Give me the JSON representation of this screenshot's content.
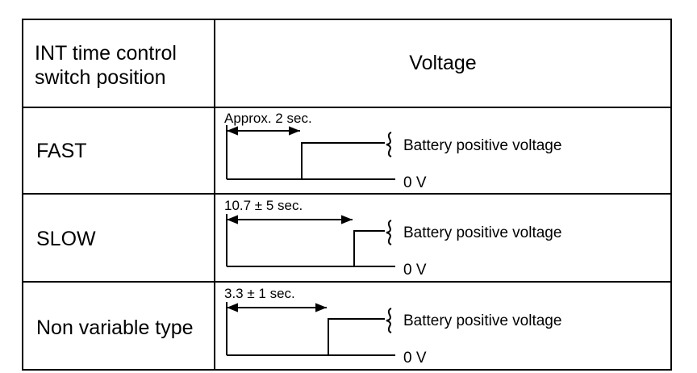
{
  "header": {
    "left_line1": "INT time control",
    "left_line2": "switch position",
    "right": "Voltage"
  },
  "rows": [
    {
      "label": "FAST",
      "time": "Approx. 2 sec.",
      "high": "Battery positive voltage",
      "low": "0 V"
    },
    {
      "label": "SLOW",
      "time": "10.7 ± 5 sec.",
      "high": "Battery positive voltage",
      "low": "0 V"
    },
    {
      "label": "Non variable type",
      "time": "3.3 ± 1 sec.",
      "high": "Battery positive voltage",
      "low": "0 V"
    }
  ]
}
